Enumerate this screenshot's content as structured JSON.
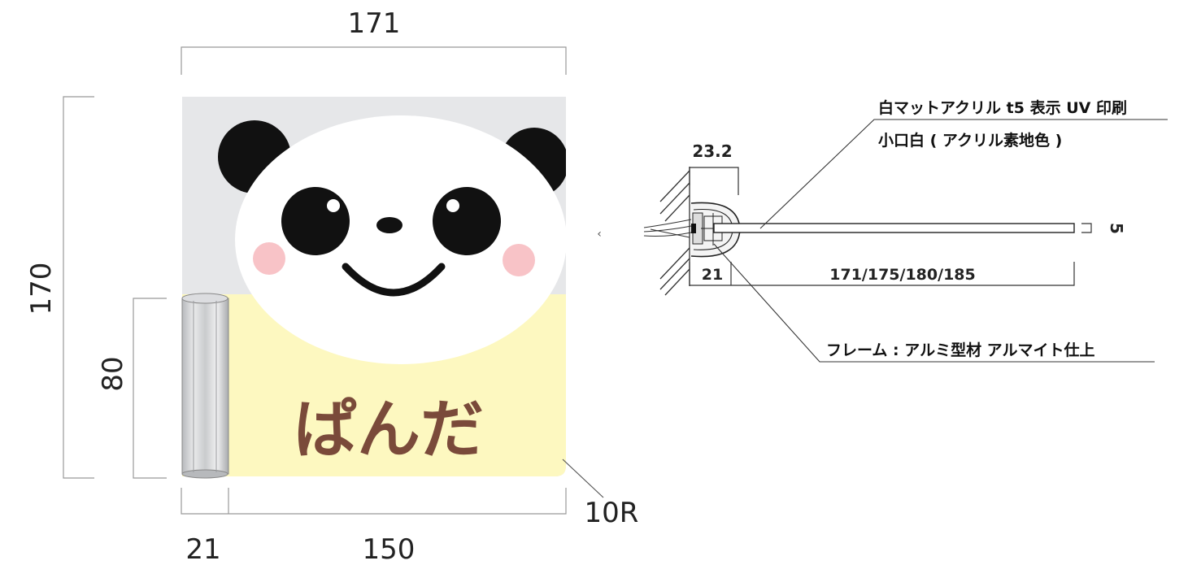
{
  "front_view": {
    "width_label": "171",
    "height_label": "170",
    "frame_height_label": "80",
    "frame_width_label": "21",
    "panel_width_label": "150",
    "corner_radius_label": "10R",
    "sign_text": "ぱんだ"
  },
  "section_view": {
    "frame_depth_label": "23.2",
    "frame_width_label": "21",
    "length_label": "171/175/180/185",
    "thickness_label": "5",
    "note_material": "白マットアクリル t5 表示 UV 印刷",
    "note_edge": "小口白 ( アクリル素地色 )",
    "note_frame": "フレーム : アルミ型材 アルマイト仕上"
  },
  "colors": {
    "background": "#e6e7e9",
    "body": "#fdf8c0",
    "text": "#7a4a3a",
    "cheek": "#f7b9bd"
  }
}
